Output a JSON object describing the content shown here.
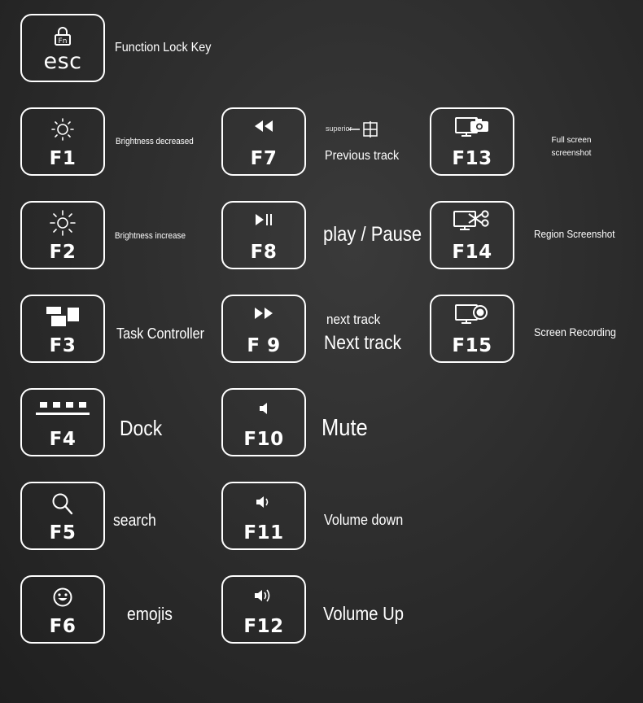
{
  "keys": {
    "esc": {
      "label": "esc",
      "icon": "padlock-fn-icon",
      "icon_text": "Fn",
      "desc": "Function Lock Key"
    },
    "f1": {
      "label": "F1",
      "icon": "sun-dim-icon",
      "desc": "Brightness decreased"
    },
    "f2": {
      "label": "F2",
      "icon": "sun-bright-icon",
      "desc": "Brightness increase"
    },
    "f3": {
      "label": "F3",
      "icon": "task-windows-icon",
      "desc": "Task Controller"
    },
    "f4": {
      "label": "F4",
      "icon": "dock-icon",
      "desc": "Dock"
    },
    "f5": {
      "label": "F5",
      "icon": "magnifier-icon",
      "desc": "search"
    },
    "f6": {
      "label": "F6",
      "icon": "smiley-icon",
      "desc": "emojis"
    },
    "f7": {
      "label": "F7",
      "icon": "rewind-icon",
      "desc_top": "superior",
      "desc": "Previous track"
    },
    "f8": {
      "label": "F8",
      "icon": "play-pause-icon",
      "desc": "play / Pause"
    },
    "f9": {
      "label": "F 9",
      "icon": "fast-forward-icon",
      "desc_top": "next track",
      "desc": "Next track"
    },
    "f10": {
      "label": "F10",
      "icon": "speaker-mute-icon",
      "desc": "Mute"
    },
    "f11": {
      "label": "F11",
      "icon": "speaker-low-icon",
      "desc": "Volume down"
    },
    "f12": {
      "label": "F12",
      "icon": "speaker-high-icon",
      "desc": "Volume Up"
    },
    "f13": {
      "label": "F13",
      "icon": "monitor-camera-icon",
      "desc_line1": "Full screen",
      "desc_line2": "screenshot"
    },
    "f14": {
      "label": "F14",
      "icon": "monitor-scissors-icon",
      "desc": "Region Screenshot"
    },
    "f15": {
      "label": "F15",
      "icon": "monitor-record-icon",
      "desc": "Screen Recording"
    }
  },
  "colors": {
    "key_border": "#ffffff",
    "text": "#ffffff",
    "background": "#2b2b2b"
  }
}
